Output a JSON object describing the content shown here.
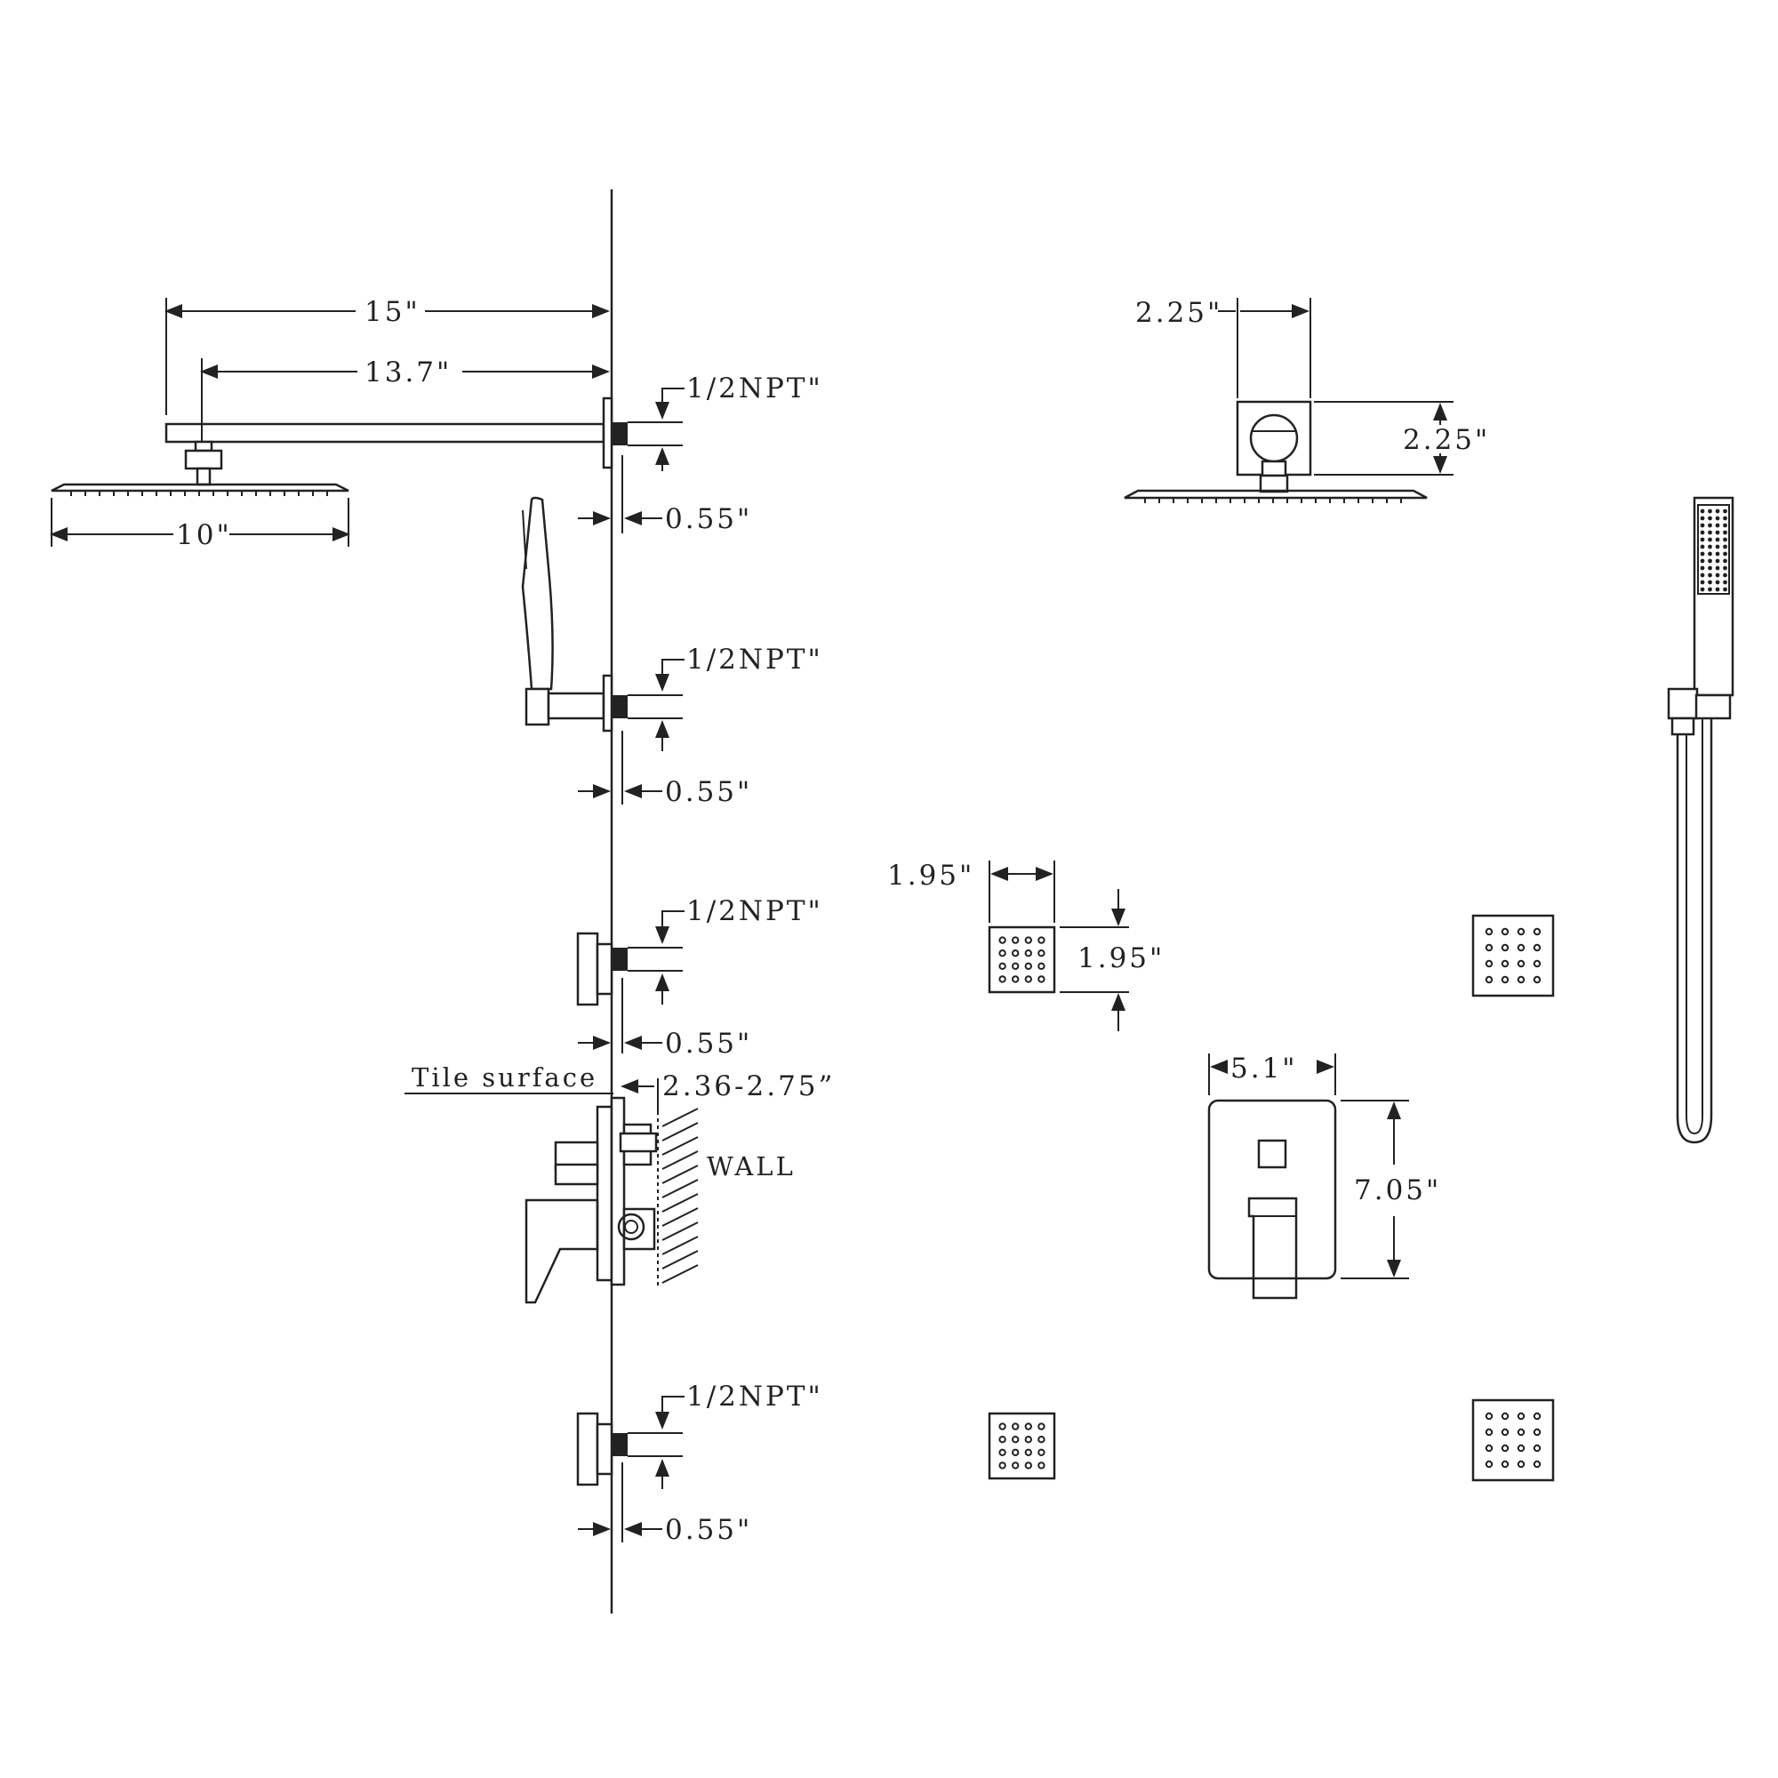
{
  "drawing": {
    "shower_arm_length": "15\"",
    "shower_arm_to_head": "13.7\"",
    "head_width": "10\"",
    "inlet_1_npt": "1/2NPT\"",
    "inlet_1_depth": "0.55\"",
    "inlet_2_npt": "1/2NPT\"",
    "inlet_2_depth": "0.55\"",
    "inlet_3_npt": "1/2NPT\"",
    "inlet_3_depth": "0.55\"",
    "inlet_4_npt": "1/2NPT\"",
    "inlet_4_depth": "0.55\"",
    "tile_surface": "Tile surface",
    "valve_depth": "2.36-2.75”",
    "wall": "WALL",
    "flange_width": "2.25\"",
    "flange_height": "2.25\"",
    "jet_width": "1.95\"",
    "jet_height": "1.95\"",
    "plate_width": "5.1\"",
    "plate_height": "7.05\""
  }
}
